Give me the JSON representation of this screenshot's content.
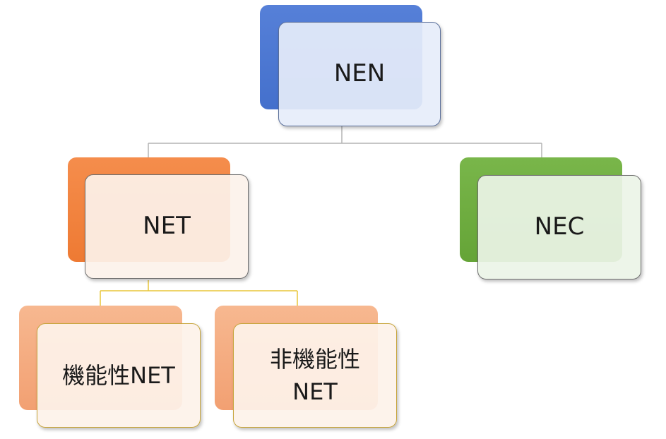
{
  "diagram": {
    "nodes": [
      {
        "id": "nen",
        "label": "NEN"
      },
      {
        "id": "net",
        "label": "NET"
      },
      {
        "id": "nec",
        "label": "NEC"
      },
      {
        "id": "functional-net",
        "label": "機能性NET"
      },
      {
        "id": "nonfunctional-net",
        "label": "非機能性\nNET"
      }
    ],
    "edges": [
      {
        "from": "nen",
        "to": "net"
      },
      {
        "from": "nen",
        "to": "nec"
      },
      {
        "from": "net",
        "to": "functional-net"
      },
      {
        "from": "net",
        "to": "nonfunctional-net"
      }
    ]
  },
  "colors": {
    "nen": "#4470cc",
    "net": "#ee7a33",
    "nec": "#65a437",
    "sub_net": "#f2a072",
    "connector_gray": "#b4b4b4",
    "connector_yellow": "#e9c639"
  }
}
